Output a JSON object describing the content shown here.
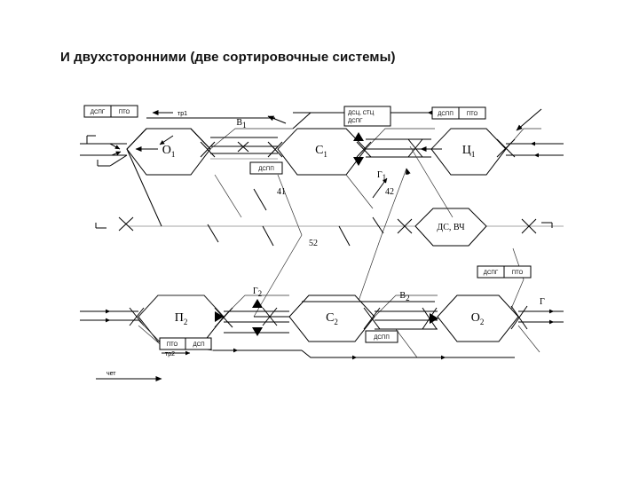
{
  "slide": {
    "title": "И двухсторонними (две сортировочные системы)"
  },
  "diagram": {
    "parks_top": [
      {
        "id": "o1",
        "label": "О",
        "sub": "1"
      },
      {
        "id": "c1",
        "label": "С",
        "sub": "1"
      },
      {
        "id": "p1",
        "label": "Ц",
        "sub": "1"
      }
    ],
    "parks_bottom": [
      {
        "id": "p2",
        "label": "П",
        "sub": "2"
      },
      {
        "id": "c2",
        "label": "С",
        "sub": "2"
      },
      {
        "id": "o2",
        "label": "О",
        "sub": "2"
      }
    ],
    "park_middle": {
      "id": "dsvch",
      "label": "ДС, ВЧ"
    },
    "boxes": [
      {
        "id": "box-dspg-pto-tl",
        "cells": [
          "ДСПГ",
          "ПТО"
        ]
      },
      {
        "id": "box-dsc-stc-dspg",
        "cells": [
          "ДСЦ, СТЦ",
          "ДСПГ"
        ],
        "stacked": true
      },
      {
        "id": "box-dspp-pto-tr",
        "cells": [
          "ДСПП",
          "ПТО"
        ]
      },
      {
        "id": "box-dspp-top",
        "cells": [
          "ДСПП"
        ]
      },
      {
        "id": "box-pto-dsp-bl",
        "cells": [
          "ПТО",
          "ДСП"
        ]
      },
      {
        "id": "box-dspp-bottom",
        "cells": [
          "ДСПП"
        ]
      },
      {
        "id": "box-dspg-pto-br",
        "cells": [
          "ДСПГ",
          "ПТО"
        ]
      }
    ],
    "labels": {
      "b1": "В",
      "b1_sub": "1",
      "g1": "Г",
      "g1_sub": "1",
      "g2": "Г",
      "g2_sub": "2",
      "b2": "В",
      "b2_sub": "2",
      "tr1": "тр1",
      "tr2": "тр2",
      "chet": "чет",
      "g_right": "Г",
      "n41": "41",
      "n42": "42",
      "n52": "52"
    },
    "colors": {
      "line": "#000000",
      "line_light": "#888888",
      "background": "#ffffff"
    }
  }
}
